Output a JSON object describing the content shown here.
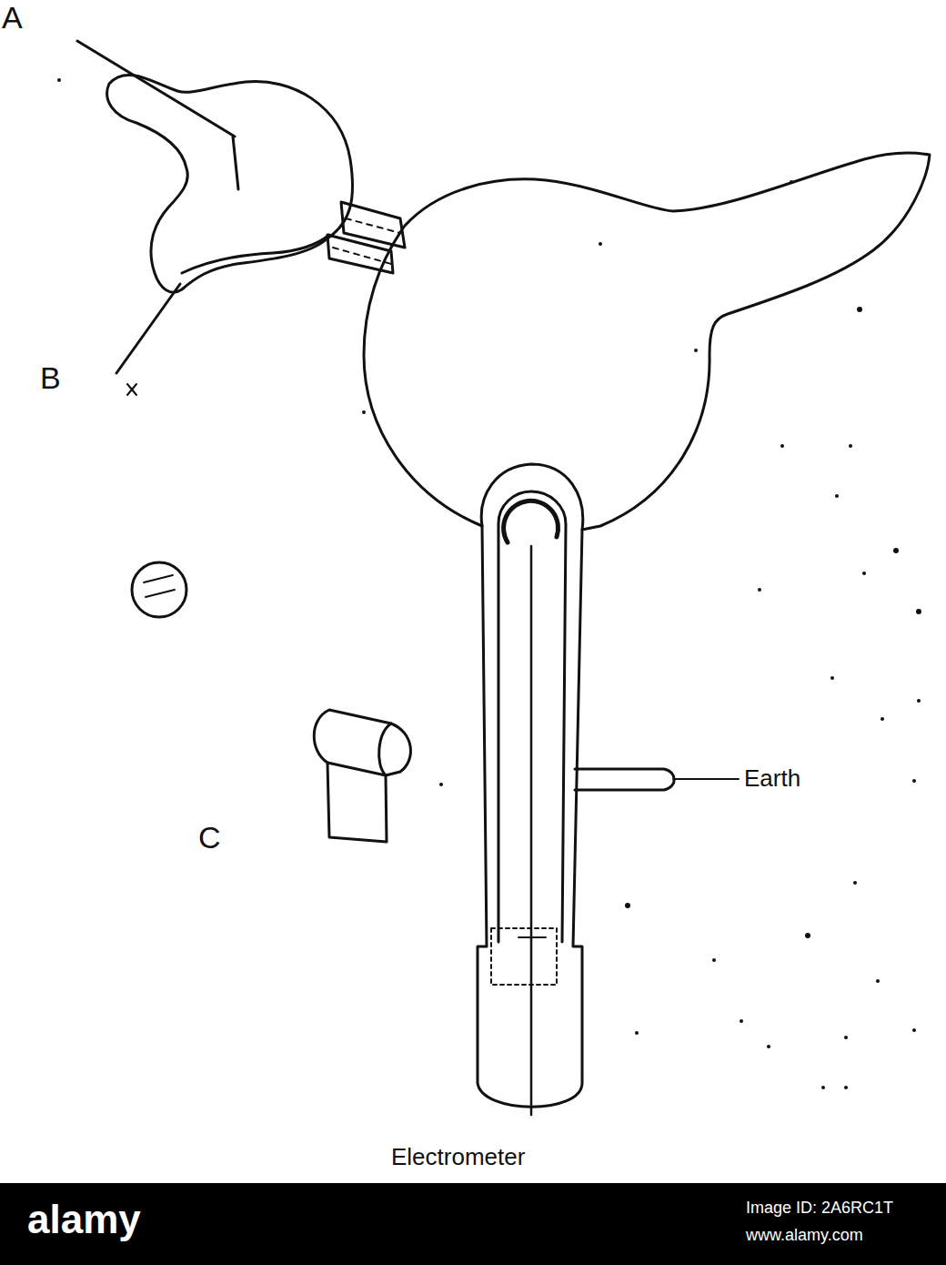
{
  "diagram": {
    "labels": [
      "A",
      "B",
      "C",
      "Earth",
      "Electrometer",
      "alamy",
      "Image ID: 2A6RC1T",
      "www.alamy.com"
    ]
  }
}
